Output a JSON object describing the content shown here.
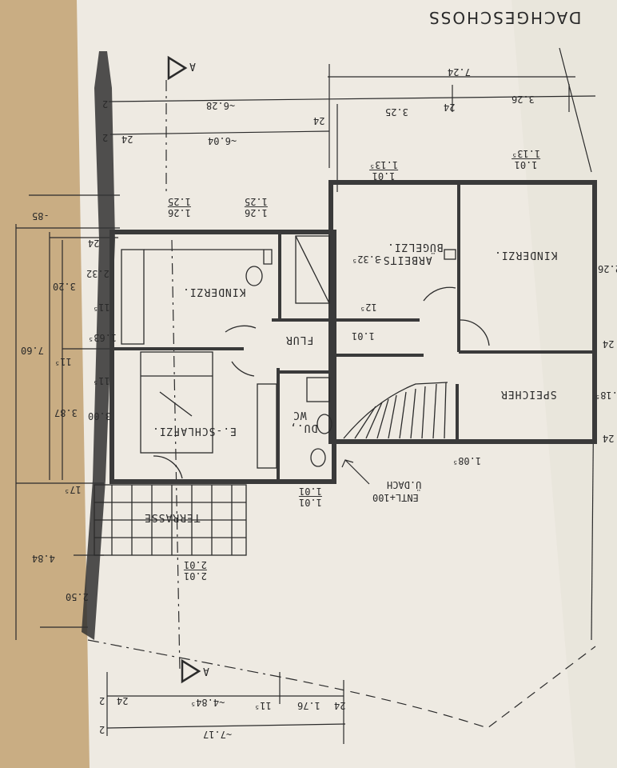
{
  "plan": {
    "title": "DACHGESCHOSS",
    "section_mark": "A",
    "rooms": {
      "kinderzi_left": "KINDERZI.",
      "schlafzi": "E.-SCHLAFZI.",
      "flur": "FLUR",
      "duwc_1": "DU.,",
      "duwc_2": "WC",
      "terrasse": "TERRASSE",
      "arbeits_1": "ARBEITS-",
      "arbeits_2": "BÜGELZI.",
      "kinderzi_right": "KINDERZI.",
      "speicher": "SPEICHER"
    },
    "notes": {
      "entl_1": "ENTL+100",
      "entl_2": "Ü.DACH"
    },
    "dimensions": {
      "d_724": "7.24",
      "d_326": "3.26",
      "d_325": "3.25",
      "d_628": "~6.28",
      "d_604": "~6.04",
      "d_24a": "24",
      "d_24b": "24",
      "d_24c": "24",
      "d_2a": "2",
      "d_2b": "2",
      "w_101_a": "1.01",
      "w_113_a": "1.13⁵",
      "w_101_b": "1.01",
      "w_113_b": "1.13⁵",
      "w_126_a": "1.26",
      "w_125_a": "1.25",
      "w_126_b": "1.26",
      "w_125_b": "1.25",
      "d_332": "3.32⁵",
      "d_125": "12⁵",
      "d_101s": "1.01",
      "l_85": "-85",
      "l_24": "24",
      "l_232": "2.32",
      "l_320": "3.20",
      "l_115a": "11⁵",
      "l_163": "1.63⁵",
      "l_760": "7.60",
      "l_115b": "11⁵",
      "l_115c": "11⁵",
      "l_387": "3.87",
      "l_300": "3.00",
      "l_175": "17⁵",
      "l_484": "4.84",
      "l_250": "2.50",
      "r_24a": "24",
      "r_2185": "2.18⁵",
      "r_24b": "24",
      "r_226": "2.26",
      "b_1085": "1.08⁵",
      "b_101a": "1.01",
      "b_101b": "1.01",
      "b_201a": "2.01",
      "b_201b": "2.01",
      "bb_24a": "24",
      "bb_176": "1.76",
      "bb_115": "11⁵",
      "bb_4845": "~4.84⁵",
      "bb_24b": "24",
      "bb_2": "2",
      "bb_717": "~7.17",
      "bb_2b": "2"
    }
  },
  "colors": {
    "paper": "#eeeae2",
    "ink": "#2b2b2b",
    "wall": "#3a3a3a",
    "table": "#c9ad83"
  }
}
